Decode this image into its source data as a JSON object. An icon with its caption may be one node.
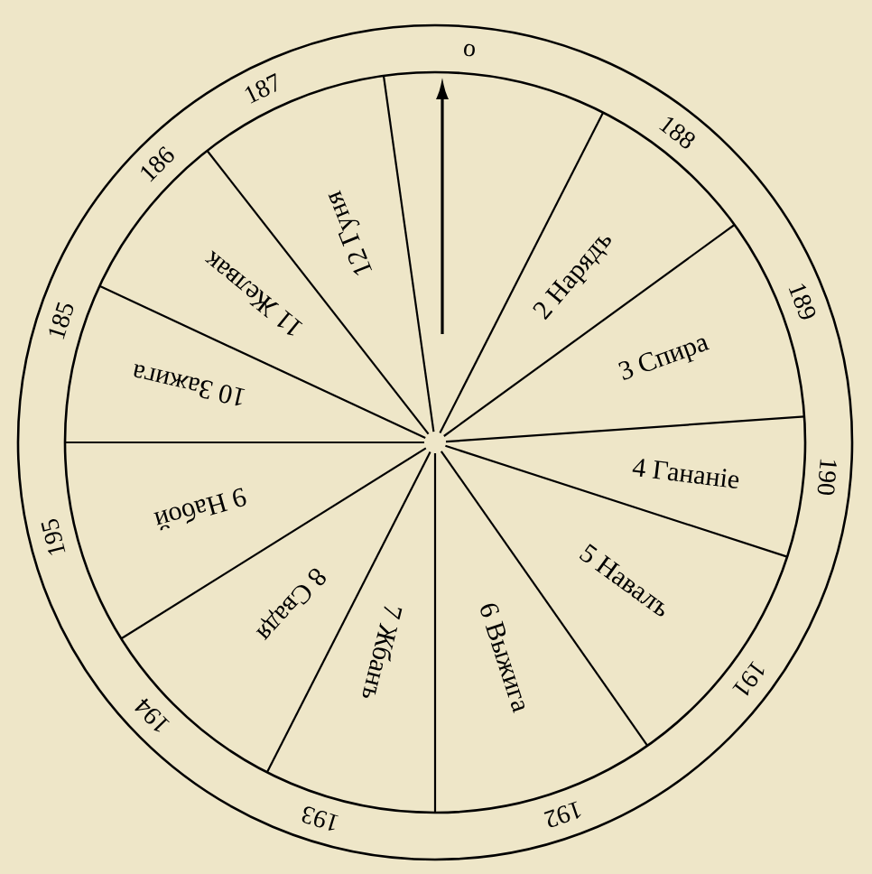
{
  "diagram": {
    "nodes": [
      {
        "text": [
          "2 Нарядъ"
        ]
      },
      {
        "text": [
          "3 Спира"
        ]
      },
      {
        "text": [
          "4 Гананіе"
        ]
      },
      {
        "text": [
          "5 Навалъ"
        ]
      },
      {
        "text": [
          "6 Выжига"
        ]
      },
      {
        "text": [
          "7 Жбанъ"
        ]
      },
      {
        "text": [
          "8 Свадя"
        ]
      },
      {
        "text": [
          "9 Набой"
        ]
      },
      {
        "text": [
          "10 Зажига"
        ]
      },
      {
        "text": [
          "11 Желвак"
        ]
      },
      {
        "text": [
          "12 Гуня"
        ]
      }
    ],
    "labels": [
      "o",
      "188",
      "189",
      "190",
      "191",
      "192",
      "193",
      "194",
      "195",
      "185",
      "186",
      "187"
    ]
  }
}
